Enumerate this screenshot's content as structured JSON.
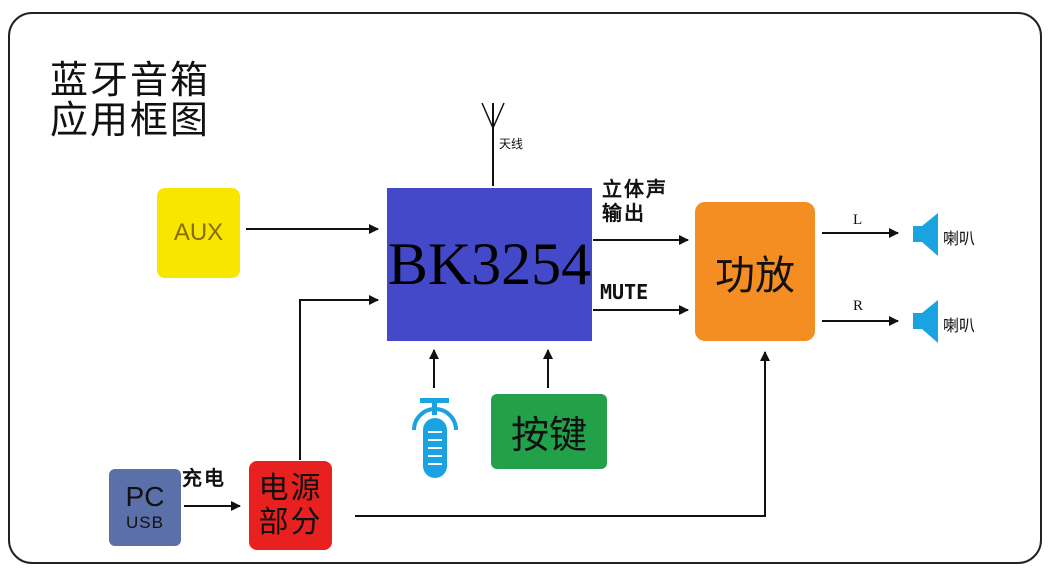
{
  "title": {
    "line1": "蓝牙音箱",
    "line2": "应用框图"
  },
  "blocks": {
    "aux": "AUX",
    "chip": "BK3254",
    "amp": "功放",
    "keys": "按键",
    "pc_line1": "PC",
    "pc_line2": "USB",
    "power_line1": "电源",
    "power_line2": "部分"
  },
  "labels": {
    "antenna": "天线",
    "stereo_line1": "立体声",
    "stereo_line2": "输出",
    "mute": "MUTE",
    "charge": "充电",
    "left_channel": "L",
    "right_channel": "R",
    "speaker_left": "喇叭",
    "speaker_right": "喇叭"
  },
  "colors": {
    "aux": "#f7e600",
    "chip": "#4449c9",
    "amp": "#f48d22",
    "keys": "#22a04a",
    "pc": "#5b6fa8",
    "power": "#e82020",
    "speaker": "#1aa3e0",
    "microphone": "#1aa3e0"
  },
  "icons": {
    "microphone": "microphone-icon",
    "speaker": "speaker-icon",
    "antenna": "antenna-icon"
  }
}
